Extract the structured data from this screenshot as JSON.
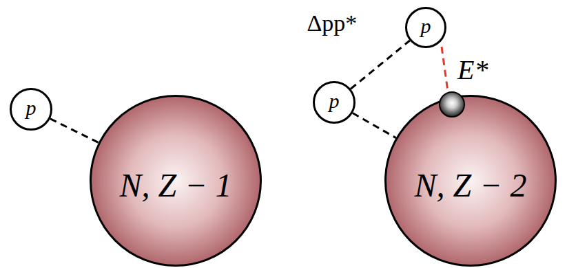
{
  "diagram": {
    "nodes": [
      {
        "text": [
          "p"
        ]
      },
      {
        "text": [
          "N, Z − 1"
        ]
      },
      {
        "text": [
          "p"
        ]
      },
      {
        "text": [
          "p"
        ]
      },
      {
        "text": [
          "N, Z − 2"
        ]
      }
    ],
    "edges": [
      {
        "from": 0,
        "to": 1,
        "arrow": "none"
      },
      {
        "from": 3,
        "to": 4,
        "arrow": "none"
      },
      {
        "from": 3,
        "to": 2,
        "label": "Δpp*",
        "arrow": "none"
      }
    ],
    "labels": [
      "E*"
    ]
  }
}
